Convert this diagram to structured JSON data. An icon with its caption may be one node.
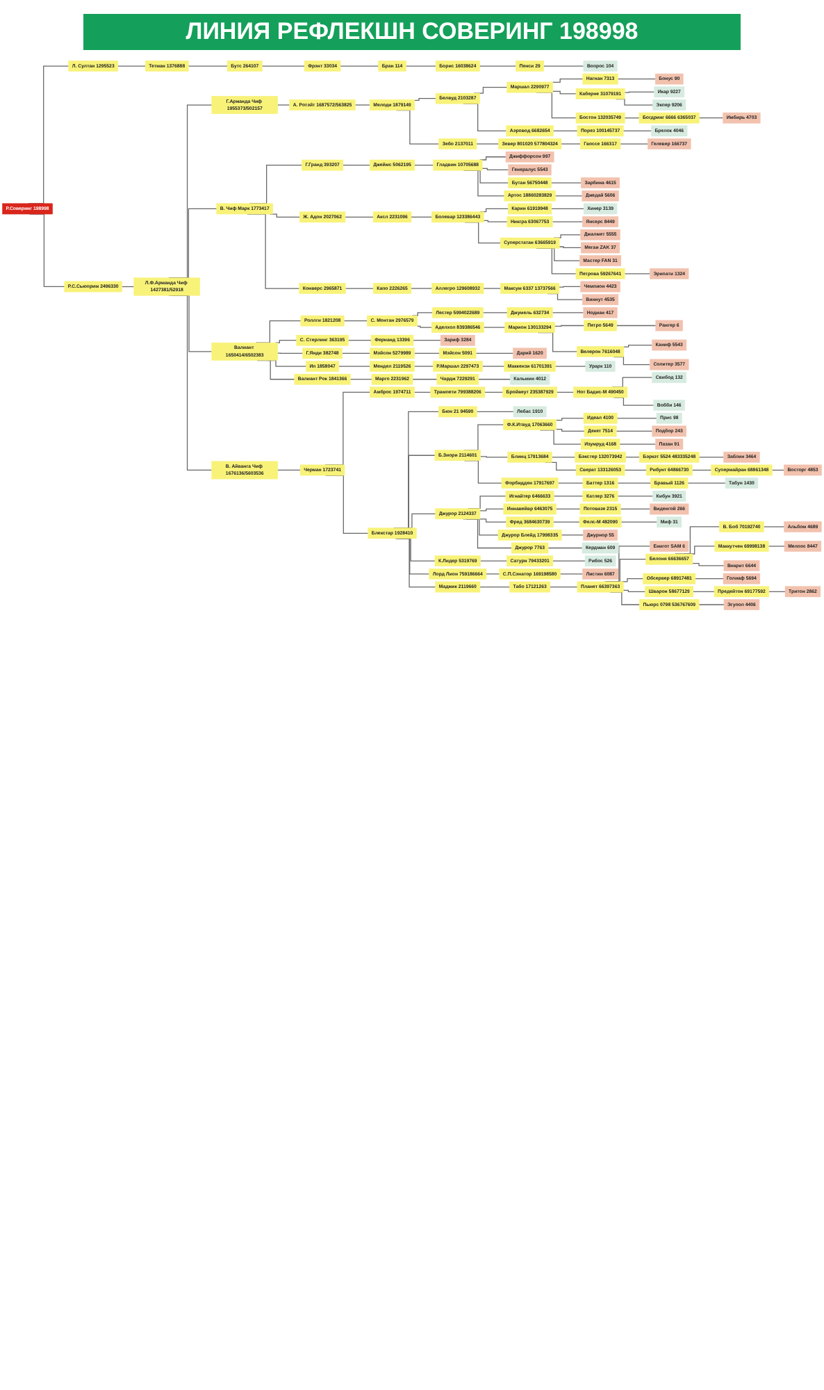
{
  "diagram": {
    "title": "ЛИНИЯ РЕФЛЕКШН СОВЕРИНГ 198998",
    "nodes": [
      {
        "text": [
          "Р.Соверинг 198998"
        ]
      },
      {
        "text": [
          "Л. Султан 1295523"
        ]
      },
      {
        "text": [
          "Тетман 1376888"
        ]
      },
      {
        "text": [
          "Бутс 264107"
        ]
      },
      {
        "text": [
          "Фрэнт 33034"
        ]
      },
      {
        "text": [
          "Бран 114"
        ]
      },
      {
        "text": [
          "Борис 16038624"
        ]
      },
      {
        "text": [
          "Пенси 29"
        ]
      },
      {
        "text": [
          "Вопрос 104"
        ]
      },
      {
        "text": [
          "Р.С.Сьюприм 2496330"
        ]
      },
      {
        "text": [
          "Л.Ф.Арманда Чиф 1427381/52918"
        ]
      },
      {
        "text": [
          "Г.Арманда Чиф 1955373/502157"
        ]
      },
      {
        "text": [
          "А. Ротэйт 1687572/563825"
        ]
      },
      {
        "text": [
          "Мелоди 1879149"
        ]
      },
      {
        "text": [
          "Белвуд 2103287"
        ]
      },
      {
        "text": [
          "Маршал 2290977"
        ]
      },
      {
        "text": [
          "Нагнан 7313"
        ]
      },
      {
        "text": [
          "Бонус 90"
        ]
      },
      {
        "text": [
          "Каберне 31079191"
        ]
      },
      {
        "text": [
          "Икар 9227"
        ]
      },
      {
        "text": [
          "Экпер 9206"
        ]
      },
      {
        "text": [
          "Бостон 132035749"
        ]
      },
      {
        "text": [
          "Богдринг 6666 6365037"
        ]
      },
      {
        "text": [
          "Имбирь 4703"
        ]
      },
      {
        "text": [
          "Аэровод 6682654"
        ]
      },
      {
        "text": [
          "Порез 100145737"
        ]
      },
      {
        "text": [
          "Брелок 4046"
        ]
      },
      {
        "text": [
          "Зебо 2137011"
        ]
      },
      {
        "text": [
          "Зевер 801020 577804324"
        ]
      },
      {
        "text": [
          "Гвоссе 166317"
        ]
      },
      {
        "text": [
          "Гелевер 166737"
        ]
      },
      {
        "text": [
          "В. Чиф Марк 1773417"
        ]
      },
      {
        "text": [
          "Г.Гранд 393207"
        ]
      },
      {
        "text": [
          "Джеймс 5062195"
        ]
      },
      {
        "text": [
          "Гладвин 10705688"
        ]
      },
      {
        "text": [
          "Джиффорсон 997"
        ]
      },
      {
        "text": [
          "Генералус 5543"
        ]
      },
      {
        "text": [
          "Бутан 56750448"
        ]
      },
      {
        "text": [
          "Зарбина 4615"
        ]
      },
      {
        "text": [
          "Артос 18860283829"
        ]
      },
      {
        "text": [
          "Джедай 5606"
        ]
      },
      {
        "text": [
          "Ж. Адон 2027062"
        ]
      },
      {
        "text": [
          "Аксл 2231096"
        ]
      },
      {
        "text": [
          "Болевар 123386443"
        ]
      },
      {
        "text": [
          "Карин 61919948"
        ]
      },
      {
        "text": [
          "Хинер 3139"
        ]
      },
      {
        "text": [
          "Никгра 63067753"
        ]
      },
      {
        "text": [
          "Янсерс 8449"
        ]
      },
      {
        "text": [
          "Суперстатан 63665919"
        ]
      },
      {
        "text": [
          "Джалмет 5555"
        ]
      },
      {
        "text": [
          "Мегаи ZAK 37"
        ]
      },
      {
        "text": [
          "Мастер FAN 31"
        ]
      },
      {
        "text": [
          "Петрова 59267641"
        ]
      },
      {
        "text": [
          "Эрипати 1324"
        ]
      },
      {
        "text": [
          "Конверс 2965871"
        ]
      },
      {
        "text": [
          "Капо 2226265"
        ]
      },
      {
        "text": [
          "Аллегро 129608932"
        ]
      },
      {
        "text": [
          "Максум 6337 13737566"
        ]
      },
      {
        "text": [
          "Чемпион 4423"
        ]
      },
      {
        "text": [
          "Виннут 4535"
        ]
      },
      {
        "text": [
          "Валиант 1650414/6502383"
        ]
      },
      {
        "text": [
          "Роллги 1821208"
        ]
      },
      {
        "text": [
          "С. Монтан 2976579"
        ]
      },
      {
        "text": [
          "Лестер 5994022689"
        ]
      },
      {
        "text": [
          "Джумель 632734"
        ]
      },
      {
        "text": [
          "Нодиан 417"
        ]
      },
      {
        "text": [
          "Аделхол 839386546"
        ]
      },
      {
        "text": [
          "Марион 130133294"
        ]
      },
      {
        "text": [
          "Петро 5649"
        ]
      },
      {
        "text": [
          "Рангер 6"
        ]
      },
      {
        "text": [
          "Велерон 7616048"
        ]
      },
      {
        "text": [
          "Каниф 5543"
        ]
      },
      {
        "text": [
          "Солитер 3577"
        ]
      },
      {
        "text": [
          "С. Стерлинг 363195"
        ]
      },
      {
        "text": [
          "Фернанд 13396"
        ]
      },
      {
        "text": [
          "Зариф 3284"
        ]
      },
      {
        "text": [
          "Г.Янди 382748"
        ]
      },
      {
        "text": [
          "Мэйсон 5279989"
        ]
      },
      {
        "text": [
          "Мэйсон 5091"
        ]
      },
      {
        "text": [
          "Дарий 1620"
        ]
      },
      {
        "text": [
          "Ип 1858047"
        ]
      },
      {
        "text": [
          "Мендел 2119526"
        ]
      },
      {
        "text": [
          "Р.Маршал 2297473"
        ]
      },
      {
        "text": [
          "Маккензи 61701391"
        ]
      },
      {
        "text": [
          "Урарк 110"
        ]
      },
      {
        "text": [
          "Валиант Рок 1841366"
        ]
      },
      {
        "text": [
          "Марго 2231962"
        ]
      },
      {
        "text": [
          "Чардж 7229291"
        ]
      },
      {
        "text": [
          "Кальмин 4012"
        ]
      },
      {
        "text": [
          "В. Айванга Чиф 1676136/5603536"
        ]
      },
      {
        "text": [
          "Черман 1723741"
        ]
      },
      {
        "text": [
          "Амброс 1974711"
        ]
      },
      {
        "text": [
          "Трампети 799388206"
        ]
      },
      {
        "text": [
          "Бройвеут 235387929"
        ]
      },
      {
        "text": [
          "Нот Бадис-М 490450"
        ]
      },
      {
        "text": [
          "Свибод 132"
        ]
      },
      {
        "text": [
          "Вобби 146"
        ]
      },
      {
        "text": [
          "Блекстар 1928410"
        ]
      },
      {
        "text": [
          "Бюн 21 94590"
        ]
      },
      {
        "text": [
          "Лебас 1910"
        ]
      },
      {
        "text": [
          "Б.Зиори 2114601"
        ]
      },
      {
        "text": [
          "Ф.К.Итвуд 17063660"
        ]
      },
      {
        "text": [
          "Идеал 4100"
        ]
      },
      {
        "text": [
          "Прис 98"
        ]
      },
      {
        "text": [
          "Декет 7514"
        ]
      },
      {
        "text": [
          "Подбор 243"
        ]
      },
      {
        "text": [
          "Изумруд 4168"
        ]
      },
      {
        "text": [
          "Пазан 91"
        ]
      },
      {
        "text": [
          "Блинц 17913684"
        ]
      },
      {
        "text": [
          "Бэкстер 132073942"
        ]
      },
      {
        "text": [
          "Бэркэт 5524 483335248"
        ]
      },
      {
        "text": [
          "Заблин 3464"
        ]
      },
      {
        "text": [
          "Сверат 133126053"
        ]
      },
      {
        "text": [
          "Рибунт 64866730"
        ]
      },
      {
        "text": [
          "Супермайран 68861348"
        ]
      },
      {
        "text": [
          "Восторг 4853"
        ]
      },
      {
        "text": [
          "Форбидден 17917697"
        ]
      },
      {
        "text": [
          "Баттер 1316"
        ]
      },
      {
        "text": [
          "Бравый 1126"
        ]
      },
      {
        "text": [
          "Табун 1430"
        ]
      },
      {
        "text": [
          "Джурор 2124337"
        ]
      },
      {
        "text": [
          "Игнайтер 6466633"
        ]
      },
      {
        "text": [
          "Катлер 3276"
        ]
      },
      {
        "text": [
          "Кибун 3921"
        ]
      },
      {
        "text": [
          "Иннавейвр 6463075"
        ]
      },
      {
        "text": [
          "Потовазе 2315"
        ]
      },
      {
        "text": [
          "Виденгой 266"
        ]
      },
      {
        "text": [
          "Фред 3684630739"
        ]
      },
      {
        "text": [
          "Фелс-М 482090"
        ]
      },
      {
        "text": [
          "Миф 31"
        ]
      },
      {
        "text": [
          "Джурор Блейд 17998335"
        ]
      },
      {
        "text": [
          "Джурнор 55"
        ]
      },
      {
        "text": [
          "Джурор 7763"
        ]
      },
      {
        "text": [
          "Кердман 609"
        ]
      },
      {
        "text": [
          "К.Лидер 5319769"
        ]
      },
      {
        "text": [
          "Сатурн 79433201"
        ]
      },
      {
        "text": [
          "Рибос 526"
        ]
      },
      {
        "text": [
          "Лорд Лион 759186664"
        ]
      },
      {
        "text": [
          "С.П.Сэнатор 169198580"
        ]
      },
      {
        "text": [
          "Листин 6087"
        ]
      },
      {
        "text": [
          "Маджик 2119660"
        ]
      },
      {
        "text": [
          "Табо 17121263"
        ]
      },
      {
        "text": [
          "Планет 66397363"
        ]
      },
      {
        "text": [
          "Енигот SAM 6"
        ]
      },
      {
        "text": [
          "Белоня 66636657"
        ]
      },
      {
        "text": [
          "В. Боб 70192740"
        ]
      },
      {
        "text": [
          "Альбом 4689"
        ]
      },
      {
        "text": [
          "Маккутчен 69998138"
        ]
      },
      {
        "text": [
          "Мелпос 8447"
        ]
      },
      {
        "text": [
          "Внкрит 6644"
        ]
      },
      {
        "text": [
          "Обсервер 68917481"
        ]
      },
      {
        "text": [
          "Голиаф 5694"
        ]
      },
      {
        "text": [
          "Шварон 58677129"
        ]
      },
      {
        "text": [
          "Предейтон 69177592"
        ]
      },
      {
        "text": [
          "Тритон 2862"
        ]
      },
      {
        "text": [
          "Пьюрс 0798 536767609"
        ]
      },
      {
        "text": [
          "Эгупол 4406"
        ]
      }
    ],
    "edges": [
      {
        "from": 0,
        "to": 1,
        "arrow": "none"
      },
      {
        "from": 1,
        "to": 2,
        "arrow": "none"
      },
      {
        "from": 2,
        "to": 3,
        "arrow": "none"
      },
      {
        "from": 3,
        "to": 4,
        "arrow": "none"
      },
      {
        "from": 4,
        "to": 5,
        "arrow": "none"
      },
      {
        "from": 5,
        "to": 6,
        "arrow": "none"
      },
      {
        "from": 6,
        "to": 7,
        "arrow": "none"
      },
      {
        "from": 7,
        "to": 8,
        "arrow": "none"
      },
      {
        "from": 0,
        "to": 9,
        "arrow": "none"
      },
      {
        "from": 9,
        "to": 10,
        "arrow": "none"
      },
      {
        "from": 10,
        "to": 11,
        "arrow": "none"
      },
      {
        "from": 11,
        "to": 12,
        "arrow": "none"
      },
      {
        "from": 12,
        "to": 13,
        "arrow": "none"
      },
      {
        "from": 13,
        "to": 14,
        "arrow": "none"
      },
      {
        "from": 14,
        "to": 15,
        "arrow": "none"
      },
      {
        "from": 15,
        "to": 16,
        "arrow": "none"
      },
      {
        "from": 16,
        "to": 17,
        "arrow": "none"
      },
      {
        "from": 15,
        "to": 18,
        "arrow": "none"
      },
      {
        "from": 18,
        "to": 19,
        "arrow": "none"
      },
      {
        "from": 18,
        "to": 20,
        "arrow": "none"
      },
      {
        "from": 15,
        "to": 21,
        "arrow": "none"
      },
      {
        "from": 21,
        "to": 22,
        "arrow": "none"
      },
      {
        "from": 22,
        "to": 23,
        "arrow": "none"
      },
      {
        "from": 14,
        "to": 24,
        "arrow": "none"
      },
      {
        "from": 24,
        "to": 25,
        "arrow": "none"
      },
      {
        "from": 25,
        "to": 26,
        "arrow": "none"
      },
      {
        "from": 13,
        "to": 27,
        "arrow": "none"
      },
      {
        "from": 27,
        "to": 28,
        "arrow": "none"
      },
      {
        "from": 28,
        "to": 29,
        "arrow": "none"
      },
      {
        "from": 29,
        "to": 30,
        "arrow": "none"
      },
      {
        "from": 10,
        "to": 31,
        "arrow": "none"
      },
      {
        "from": 31,
        "to": 32,
        "arrow": "none"
      },
      {
        "from": 32,
        "to": 33,
        "arrow": "none"
      },
      {
        "from": 33,
        "to": 34,
        "arrow": "none"
      },
      {
        "from": 34,
        "to": 35,
        "arrow": "none"
      },
      {
        "from": 34,
        "to": 36,
        "arrow": "none"
      },
      {
        "from": 34,
        "to": 37,
        "arrow": "none"
      },
      {
        "from": 37,
        "to": 38,
        "arrow": "none"
      },
      {
        "from": 34,
        "to": 39,
        "arrow": "none"
      },
      {
        "from": 39,
        "to": 40,
        "arrow": "none"
      },
      {
        "from": 31,
        "to": 41,
        "arrow": "none"
      },
      {
        "from": 41,
        "to": 42,
        "arrow": "none"
      },
      {
        "from": 42,
        "to": 43,
        "arrow": "none"
      },
      {
        "from": 43,
        "to": 44,
        "arrow": "none"
      },
      {
        "from": 44,
        "to": 45,
        "arrow": "none"
      },
      {
        "from": 43,
        "to": 46,
        "arrow": "none"
      },
      {
        "from": 46,
        "to": 47,
        "arrow": "none"
      },
      {
        "from": 43,
        "to": 48,
        "arrow": "none"
      },
      {
        "from": 48,
        "to": 49,
        "arrow": "none"
      },
      {
        "from": 48,
        "to": 50,
        "arrow": "none"
      },
      {
        "from": 48,
        "to": 51,
        "arrow": "none"
      },
      {
        "from": 48,
        "to": 52,
        "arrow": "none"
      },
      {
        "from": 52,
        "to": 53,
        "arrow": "none"
      },
      {
        "from": 31,
        "to": 54,
        "arrow": "none"
      },
      {
        "from": 54,
        "to": 55,
        "arrow": "none"
      },
      {
        "from": 55,
        "to": 56,
        "arrow": "none"
      },
      {
        "from": 56,
        "to": 57,
        "arrow": "none"
      },
      {
        "from": 57,
        "to": 58,
        "arrow": "none"
      },
      {
        "from": 57,
        "to": 59,
        "arrow": "none"
      },
      {
        "from": 10,
        "to": 60,
        "arrow": "none"
      },
      {
        "from": 60,
        "to": 61,
        "arrow": "none"
      },
      {
        "from": 61,
        "to": 62,
        "arrow": "none"
      },
      {
        "from": 62,
        "to": 63,
        "arrow": "none"
      },
      {
        "from": 63,
        "to": 64,
        "arrow": "none"
      },
      {
        "from": 64,
        "to": 65,
        "arrow": "none"
      },
      {
        "from": 62,
        "to": 66,
        "arrow": "none"
      },
      {
        "from": 66,
        "to": 67,
        "arrow": "none"
      },
      {
        "from": 67,
        "to": 68,
        "arrow": "none"
      },
      {
        "from": 68,
        "to": 69,
        "arrow": "none"
      },
      {
        "from": 67,
        "to": 70,
        "arrow": "none"
      },
      {
        "from": 70,
        "to": 71,
        "arrow": "none"
      },
      {
        "from": 70,
        "to": 72,
        "arrow": "none"
      },
      {
        "from": 60,
        "to": 73,
        "arrow": "none"
      },
      {
        "from": 73,
        "to": 74,
        "arrow": "none"
      },
      {
        "from": 74,
        "to": 75,
        "arrow": "none"
      },
      {
        "from": 60,
        "to": 76,
        "arrow": "none"
      },
      {
        "from": 76,
        "to": 77,
        "arrow": "none"
      },
      {
        "from": 77,
        "to": 78,
        "arrow": "none"
      },
      {
        "from": 78,
        "to": 79,
        "arrow": "none"
      },
      {
        "from": 60,
        "to": 80,
        "arrow": "none"
      },
      {
        "from": 80,
        "to": 81,
        "arrow": "none"
      },
      {
        "from": 81,
        "to": 82,
        "arrow": "none"
      },
      {
        "from": 82,
        "to": 83,
        "arrow": "none"
      },
      {
        "from": 83,
        "to": 84,
        "arrow": "none"
      },
      {
        "from": 60,
        "to": 85,
        "arrow": "none"
      },
      {
        "from": 85,
        "to": 86,
        "arrow": "none"
      },
      {
        "from": 86,
        "to": 87,
        "arrow": "none"
      },
      {
        "from": 87,
        "to": 88,
        "arrow": "none"
      },
      {
        "from": 10,
        "to": 89,
        "arrow": "none"
      },
      {
        "from": 89,
        "to": 90,
        "arrow": "none"
      },
      {
        "from": 90,
        "to": 91,
        "arrow": "none"
      },
      {
        "from": 91,
        "to": 92,
        "arrow": "none"
      },
      {
        "from": 92,
        "to": 93,
        "arrow": "none"
      },
      {
        "from": 93,
        "to": 94,
        "arrow": "none"
      },
      {
        "from": 94,
        "to": 95,
        "arrow": "none"
      },
      {
        "from": 94,
        "to": 96,
        "arrow": "none"
      },
      {
        "from": 90,
        "to": 97,
        "arrow": "none"
      },
      {
        "from": 97,
        "to": 98,
        "arrow": "none"
      },
      {
        "from": 98,
        "to": 99,
        "arrow": "none"
      },
      {
        "from": 97,
        "to": 100,
        "arrow": "none"
      },
      {
        "from": 100,
        "to": 101,
        "arrow": "none"
      },
      {
        "from": 101,
        "to": 102,
        "arrow": "none"
      },
      {
        "from": 102,
        "to": 103,
        "arrow": "none"
      },
      {
        "from": 101,
        "to": 104,
        "arrow": "none"
      },
      {
        "from": 104,
        "to": 105,
        "arrow": "none"
      },
      {
        "from": 101,
        "to": 106,
        "arrow": "none"
      },
      {
        "from": 106,
        "to": 107,
        "arrow": "none"
      },
      {
        "from": 100,
        "to": 108,
        "arrow": "none"
      },
      {
        "from": 108,
        "to": 109,
        "arrow": "none"
      },
      {
        "from": 109,
        "to": 110,
        "arrow": "none"
      },
      {
        "from": 110,
        "to": 111,
        "arrow": "none"
      },
      {
        "from": 108,
        "to": 112,
        "arrow": "none"
      },
      {
        "from": 112,
        "to": 113,
        "arrow": "none"
      },
      {
        "from": 113,
        "to": 114,
        "arrow": "none"
      },
      {
        "from": 114,
        "to": 115,
        "arrow": "none"
      },
      {
        "from": 100,
        "to": 116,
        "arrow": "none"
      },
      {
        "from": 116,
        "to": 117,
        "arrow": "none"
      },
      {
        "from": 117,
        "to": 118,
        "arrow": "none"
      },
      {
        "from": 118,
        "to": 119,
        "arrow": "none"
      },
      {
        "from": 97,
        "to": 120,
        "arrow": "none"
      },
      {
        "from": 120,
        "to": 121,
        "arrow": "none"
      },
      {
        "from": 121,
        "to": 122,
        "arrow": "none"
      },
      {
        "from": 122,
        "to": 123,
        "arrow": "none"
      },
      {
        "from": 120,
        "to": 124,
        "arrow": "none"
      },
      {
        "from": 124,
        "to": 125,
        "arrow": "none"
      },
      {
        "from": 125,
        "to": 126,
        "arrow": "none"
      },
      {
        "from": 120,
        "to": 127,
        "arrow": "none"
      },
      {
        "from": 127,
        "to": 128,
        "arrow": "none"
      },
      {
        "from": 128,
        "to": 129,
        "arrow": "none"
      },
      {
        "from": 120,
        "to": 130,
        "arrow": "none"
      },
      {
        "from": 130,
        "to": 131,
        "arrow": "none"
      },
      {
        "from": 120,
        "to": 132,
        "arrow": "none"
      },
      {
        "from": 132,
        "to": 133,
        "arrow": "none"
      },
      {
        "from": 97,
        "to": 134,
        "arrow": "none"
      },
      {
        "from": 134,
        "to": 135,
        "arrow": "none"
      },
      {
        "from": 135,
        "to": 136,
        "arrow": "none"
      },
      {
        "from": 97,
        "to": 137,
        "arrow": "none"
      },
      {
        "from": 137,
        "to": 138,
        "arrow": "none"
      },
      {
        "from": 138,
        "to": 139,
        "arrow": "none"
      },
      {
        "from": 97,
        "to": 140,
        "arrow": "none"
      },
      {
        "from": 140,
        "to": 141,
        "arrow": "none"
      },
      {
        "from": 141,
        "to": 142,
        "arrow": "none"
      },
      {
        "from": 142,
        "to": 143,
        "arrow": "none"
      },
      {
        "from": 142,
        "to": 144,
        "arrow": "none"
      },
      {
        "from": 144,
        "to": 145,
        "arrow": "none"
      },
      {
        "from": 145,
        "to": 146,
        "arrow": "none"
      },
      {
        "from": 144,
        "to": 147,
        "arrow": "none"
      },
      {
        "from": 147,
        "to": 148,
        "arrow": "none"
      },
      {
        "from": 144,
        "to": 149,
        "arrow": "none"
      },
      {
        "from": 142,
        "to": 150,
        "arrow": "none"
      },
      {
        "from": 150,
        "to": 151,
        "arrow": "none"
      },
      {
        "from": 142,
        "to": 152,
        "arrow": "none"
      },
      {
        "from": 152,
        "to": 153,
        "arrow": "none"
      },
      {
        "from": 153,
        "to": 154,
        "arrow": "none"
      },
      {
        "from": 142,
        "to": 155,
        "arrow": "none"
      },
      {
        "from": 155,
        "to": 156,
        "arrow": "none"
      }
    ]
  }
}
